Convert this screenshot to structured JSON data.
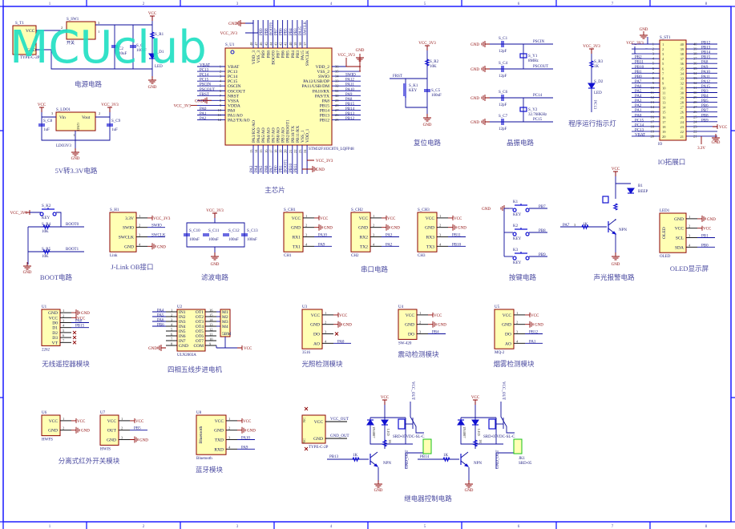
{
  "watermark": "MCUclub",
  "ruler": [
    "1",
    "2",
    "3",
    "4",
    "5",
    "6",
    "7",
    "8"
  ],
  "power": {
    "title": "电源电路",
    "t1_ref": "S_T1",
    "t1_vcc": "VCC",
    "t1_gnd": "GND",
    "t1_part": "TYPE-C-2P",
    "sw_ref": "S_SW1",
    "sw_label": "开关",
    "sw_pin2": "2",
    "sw_pin3": "3",
    "sw_pin1": "1",
    "c2_ref": "C2",
    "c2_val": "10uF",
    "c_ref": "S_C",
    "c_val": "100nF",
    "r1_ref": "S_R1",
    "led_ref": "S_D1",
    "led_val": "LED",
    "vcc": "VCC",
    "gnd": "GND"
  },
  "ldo": {
    "title": "5V转3.3V电路",
    "ref": "S_LDO1",
    "part": "LDO3V3",
    "vin": "Vin",
    "vout": "Vout",
    "gnd_pin": "GND",
    "vcc": "VCC",
    "vcc33": "VCC_3V3",
    "c8_ref": "S_C8",
    "c8_val": "1uF",
    "c9_ref": "S_C9",
    "c9_val": "1uF",
    "gnd": "GND",
    "pin_in": "3",
    "pin_out": "2",
    "pin_gnd": "1"
  },
  "mcu": {
    "title": "主芯片",
    "ref": "S_U1",
    "part": "STM32F103C8T6_LQFP48",
    "left": [
      {
        "num": "1",
        "name": "VBAT",
        "net": "VBAT"
      },
      {
        "num": "2",
        "name": "PC13",
        "net": "PC13"
      },
      {
        "num": "3",
        "name": "PC14",
        "net": "PC14"
      },
      {
        "num": "4",
        "name": "PC15",
        "net": "PC15"
      },
      {
        "num": "5",
        "name": "OSCIN",
        "net": "PSCIN"
      },
      {
        "num": "6",
        "name": "OSCOUT",
        "net": "PSCOUT"
      },
      {
        "num": "7",
        "name": "NRST",
        "net": "FRST"
      },
      {
        "num": "8",
        "name": "VSSA",
        "net": "GND"
      },
      {
        "num": "9",
        "name": "VDDA",
        "net": "VCC_3V3"
      },
      {
        "num": "10",
        "name": "PA0",
        "net": "PA0"
      },
      {
        "num": "11",
        "name": "PA1/AO",
        "net": "PA1"
      },
      {
        "num": "12",
        "name": "PA2/TX/AO",
        "net": "PA2"
      }
    ],
    "right": [
      {
        "num": "36",
        "name": "VDD_2",
        "net": "VCC_3V3"
      },
      {
        "num": "35",
        "name": "VSS_2",
        "net": "GND"
      },
      {
        "num": "34",
        "name": "SWIO",
        "net": "SWIO"
      },
      {
        "num": "33",
        "name": "PA12/USB/DP",
        "net": "PA12"
      },
      {
        "num": "32",
        "name": "PA11/USB/DM",
        "net": "PA11"
      },
      {
        "num": "31",
        "name": "PA10/RX",
        "net": "PA10"
      },
      {
        "num": "30",
        "name": "PA9/TX",
        "net": "PA9"
      },
      {
        "num": "29",
        "name": "PA8",
        "net": "PA8"
      },
      {
        "num": "28",
        "name": "PB15",
        "net": "PB15"
      },
      {
        "num": "27",
        "name": "PB14",
        "net": "PB14"
      },
      {
        "num": "26",
        "name": "PB13",
        "net": "PB13"
      },
      {
        "num": "25",
        "name": "PB12",
        "net": "PB12"
      }
    ],
    "top": [
      {
        "num": "48",
        "name": "VDD_3",
        "net": "VCC_3V3"
      },
      {
        "num": "47",
        "name": "VSS_3",
        "net": "GND"
      },
      {
        "num": "46",
        "name": "PB9",
        "net": "PB9"
      },
      {
        "num": "45",
        "name": "PB8",
        "net": "PB8"
      },
      {
        "num": "44",
        "name": "BOOT0",
        "net": "BOOT0"
      },
      {
        "num": "43",
        "name": "PB7",
        "net": "PB7"
      },
      {
        "num": "42",
        "name": "PB6",
        "net": "PB6"
      },
      {
        "num": "41",
        "name": "PB5",
        "net": "PB5"
      },
      {
        "num": "40",
        "name": "PB4",
        "net": "PB4"
      },
      {
        "num": "39",
        "name": "PB3",
        "net": "PB3"
      },
      {
        "num": "38",
        "name": "PA15",
        "net": "PA15"
      },
      {
        "num": "37",
        "name": "SWCLK",
        "net": "SWCLK"
      }
    ],
    "bottom": [
      {
        "num": "13",
        "name": "PA3/RX/AO",
        "net": "PA3"
      },
      {
        "num": "14",
        "name": "PA4/AO",
        "net": "PA4"
      },
      {
        "num": "15",
        "name": "PA5/AO",
        "net": "PA5"
      },
      {
        "num": "16",
        "name": "PA6/AO",
        "net": "PA6"
      },
      {
        "num": "17",
        "name": "PA7/AO",
        "net": "PA7"
      },
      {
        "num": "18",
        "name": "PB0/AO",
        "net": "PB0"
      },
      {
        "num": "19",
        "name": "PB1/AO",
        "net": "PB1"
      },
      {
        "num": "20",
        "name": "PB2/BOOT1",
        "net": "BOOT1"
      },
      {
        "num": "21",
        "name": "PB10/TX",
        "net": "PB10"
      },
      {
        "num": "22",
        "name": "PB11/RX",
        "net": "PB11"
      },
      {
        "num": "23",
        "name": "VSS_1",
        "net": "GND"
      },
      {
        "num": "24",
        "name": "VDD_1",
        "net": "VCC_3V3"
      }
    ],
    "gnd_label": "GND",
    "vcc33_label": "VCC_3V3"
  },
  "reset": {
    "title": "复位电路",
    "vcc33": "VCC_3V3",
    "r_ref": "S_R2",
    "r_val": "10K",
    "net": "FRST",
    "k_ref": "S_K1",
    "k_val": "KEY",
    "c_ref": "S_C5",
    "c_val": "100nF",
    "gnd": "GND"
  },
  "crystal": {
    "title": "晶振电路",
    "gnd": "GND",
    "caps": [
      {
        "ref": "S_C1",
        "val": "12pF",
        "net": "PSCIN"
      },
      {
        "ref": "S_C4",
        "val": "12pF",
        "net": "PSCOUT"
      },
      {
        "ref": "S_C6",
        "val": "12pF",
        "net": "PC14"
      },
      {
        "ref": "S_C7",
        "val": "12pF",
        "net": "PC15"
      }
    ],
    "y1_ref": "S_Y1",
    "y1_val": "8MHz",
    "y2_ref": "S_Y2",
    "y2_val": "32.768KHz"
  },
  "indicator": {
    "title": "程序运行指示灯",
    "vcc33": "VCC_3V3",
    "r_ref": "S_R3",
    "r_val": "1K",
    "d_ref": "S_D2",
    "d_val": "LED",
    "net": "PC13"
  },
  "io": {
    "title": "IO拓展口",
    "ref": "S_ST1",
    "part": "IO",
    "gnd": "GND",
    "vcc33": "VCC_3V3",
    "vcc": "VCC",
    "v33": "3.3V",
    "left": [
      {
        "num": "1",
        "net": ""
      },
      {
        "num": "2",
        "net": ""
      },
      {
        "num": "3",
        "net": ""
      },
      {
        "num": "4",
        "net": "PB2"
      },
      {
        "num": "5",
        "net": "PB11"
      },
      {
        "num": "6",
        "net": "PB10"
      },
      {
        "num": "7",
        "net": "PB1"
      },
      {
        "num": "8",
        "net": "PB0"
      },
      {
        "num": "9",
        "net": "PA7"
      },
      {
        "num": "10",
        "net": "PA6"
      },
      {
        "num": "11",
        "net": "PA5"
      },
      {
        "num": "12",
        "net": "PA4"
      },
      {
        "num": "13",
        "net": "PA3"
      },
      {
        "num": "14",
        "net": "PA2"
      },
      {
        "num": "15",
        "net": "PA1"
      },
      {
        "num": "16",
        "net": "PA0"
      },
      {
        "num": "17",
        "net": "PC15"
      },
      {
        "num": "18",
        "net": "PC14"
      },
      {
        "num": "19",
        "net": "PC13"
      },
      {
        "num": "20",
        "net": "VBAT"
      }
    ],
    "right": [
      {
        "num": "40",
        "net": "PB12"
      },
      {
        "num": "39",
        "net": "PB13"
      },
      {
        "num": "38",
        "net": "PB14"
      },
      {
        "num": "37",
        "net": "PB15"
      },
      {
        "num": "36",
        "net": "PA8"
      },
      {
        "num": "35",
        "net": "PA9"
      },
      {
        "num": "34",
        "net": "PA10"
      },
      {
        "num": "33",
        "net": "PA11"
      },
      {
        "num": "32",
        "net": "PA12"
      },
      {
        "num": "31",
        "net": "PA15"
      },
      {
        "num": "30",
        "net": "PB3"
      },
      {
        "num": "29",
        "net": "PB4"
      },
      {
        "num": "28",
        "net": "PB5"
      },
      {
        "num": "27",
        "net": "PB6"
      },
      {
        "num": "26",
        "net": "PB7"
      },
      {
        "num": "25",
        "net": "PB8"
      },
      {
        "num": "24",
        "net": "PB9"
      },
      {
        "num": "23",
        "net": ""
      },
      {
        "num": "22",
        "net": ""
      },
      {
        "num": "21",
        "net": ""
      }
    ]
  },
  "boot": {
    "title": "BOOT电路",
    "vcc33": "VCC_3V3",
    "k_ref": "S_K2",
    "k_val": "KEY",
    "r4_ref": "S_R4",
    "r4_val": "10K",
    "r5_ref": "S_R5",
    "r5_val": "10K",
    "boot0": "BOOT0",
    "boot1": "BOOT1",
    "gnd": "GND"
  },
  "filter": {
    "title": "滤波电路",
    "vcc33": "VCC_3V3",
    "gnd": "GND",
    "caps": [
      {
        "ref": "S_C10",
        "val": "100nF"
      },
      {
        "ref": "S_C11",
        "val": "100nF"
      },
      {
        "ref": "S_C12",
        "val": "100nF"
      },
      {
        "ref": "S_C13",
        "val": "100nF"
      }
    ]
  },
  "keys": {
    "title": "按键电路",
    "gnd": "GND",
    "items": [
      {
        "ref": "K1",
        "val": "KEY",
        "net": "PB7"
      },
      {
        "ref": "K2",
        "val": "KEY",
        "net": "PB8"
      },
      {
        "ref": "K3",
        "val": "KEY",
        "net": "PB9"
      }
    ]
  },
  "buzzer": {
    "title": "声光报警电路",
    "vcc": "VCC",
    "ref": "B1",
    "val": "BEEP",
    "net": "PA7",
    "pin": "3",
    "r_val": "1K",
    "q": "NPN",
    "gnd": "GND"
  },
  "serial_title": "串口电路",
  "modules": {
    "jlink": {
      "ref": "S_H1",
      "part": "Link",
      "title": "J-Link OB接口",
      "pins": [
        {
          "num": "1",
          "name": "3.3V",
          "net": "VCC_3V3"
        },
        {
          "num": "2",
          "name": "SWIO",
          "net": "SWIO"
        },
        {
          "num": "3",
          "name": "SWCLK",
          "net": "SWCLK"
        },
        {
          "num": "4",
          "name": "GND",
          "net": "GND"
        }
      ]
    },
    "ch1": {
      "ref": "S_CH1",
      "part": "CH1",
      "title": "",
      "pins": [
        {
          "num": "1",
          "name": "VCC",
          "net": "VCC"
        },
        {
          "num": "2",
          "name": "GND",
          "net": "GND"
        },
        {
          "num": "3",
          "name": "RX1",
          "net": "PA10"
        },
        {
          "num": "4",
          "name": "TX1",
          "net": "PA9"
        }
      ]
    },
    "ch2": {
      "ref": "S_CH2",
      "part": "CH2",
      "title": "",
      "pins": [
        {
          "num": "1",
          "name": "VCC",
          "net": "VCC"
        },
        {
          "num": "2",
          "name": "GND",
          "net": "GND"
        },
        {
          "num": "3",
          "name": "RX2",
          "net": "PA3"
        },
        {
          "num": "4",
          "name": "TX2",
          "net": "PA2"
        }
      ]
    },
    "ch3": {
      "ref": "S_CH3",
      "part": "CH3",
      "title": "",
      "pins": [
        {
          "num": "1",
          "name": "VCC",
          "net": "VCC"
        },
        {
          "num": "2",
          "name": "GND",
          "net": "GND"
        },
        {
          "num": "3",
          "name": "RX3",
          "net": "PB11"
        },
        {
          "num": "4",
          "name": "TX3",
          "net": "PB10"
        }
      ]
    },
    "oled": {
      "ref": "LED1",
      "part": "OLED",
      "title": "OLED显示屏",
      "inner": "OLED",
      "pins": [
        {
          "num": "1",
          "name": "GND",
          "net": "GND"
        },
        {
          "num": "2",
          "name": "VCC",
          "net": "VCC"
        },
        {
          "num": "3",
          "name": "SCL",
          "net": "PB1"
        },
        {
          "num": "4",
          "name": "SDA",
          "net": "PB0"
        }
      ]
    },
    "u1": {
      "ref": "U1",
      "part": "2262",
      "title": "无线遥控器模块",
      "pins": [
        {
          "num": "1",
          "name": "GND",
          "net": "GND"
        },
        {
          "num": "2",
          "name": "VCC",
          "net": "VCC"
        },
        {
          "num": "3",
          "name": "D0",
          "net": "PA8"
        },
        {
          "num": "4",
          "name": "D1",
          "net": "PB15"
        },
        {
          "num": "5",
          "name": "D2",
          "net": ""
        },
        {
          "num": "6",
          "name": "D3",
          "net": ""
        },
        {
          "num": "7",
          "name": "VT",
          "net": ""
        }
      ]
    },
    "u3": {
      "ref": "U3",
      "part": "3516",
      "title": "光照检测模块",
      "pins": [
        {
          "num": "1",
          "name": "VCC",
          "net": "VCC"
        },
        {
          "num": "2",
          "name": "GND",
          "net": "GND"
        },
        {
          "num": "3",
          "name": "DO",
          "net": ""
        },
        {
          "num": "4",
          "name": "AO",
          "net": "PA0"
        }
      ]
    },
    "u4": {
      "ref": "U4",
      "part": "SW-420",
      "title": "震动检测模块",
      "pins": [
        {
          "num": "1",
          "name": "VCC",
          "net": "VCC"
        },
        {
          "num": "2",
          "name": "GND",
          "net": "GND"
        },
        {
          "num": "3",
          "name": "DO",
          "net": "PB4"
        }
      ]
    },
    "u5": {
      "ref": "U5",
      "part": "MQ-2",
      "title": "烟雾检测模块",
      "pins": [
        {
          "num": "1",
          "name": "VCC",
          "net": "VCC"
        },
        {
          "num": "2",
          "name": "GND",
          "net": "GND"
        },
        {
          "num": "3",
          "name": "DO",
          "net": "PB12"
        },
        {
          "num": "4",
          "name": "AO",
          "net": "PA1"
        }
      ]
    },
    "u6": {
      "ref": "U6",
      "part": "HWFS",
      "title": "",
      "pins": [
        {
          "num": "1",
          "name": "VCC",
          "net": "VCC"
        },
        {
          "num": "2",
          "name": "GND",
          "net": "GND"
        }
      ]
    },
    "u7": {
      "ref": "U7",
      "part": "HWJS",
      "title": "分离式红外开关模块",
      "pins": [
        {
          "num": "1",
          "name": "VCC",
          "net": "VCC"
        },
        {
          "num": "2",
          "name": "OUT",
          "net": "PB5"
        },
        {
          "num": "3",
          "name": "GND",
          "net": "GND"
        }
      ]
    },
    "u8": {
      "ref": "U8",
      "part": "Bluetooth",
      "title": "蓝牙模块",
      "inner": "Bluetooth",
      "pins": [
        {
          "num": "1",
          "name": "VCC",
          "net": "VCC"
        },
        {
          "num": "2",
          "name": "GND",
          "net": "GND"
        },
        {
          "num": "3",
          "name": "TXD",
          "net": "PA10"
        },
        {
          "num": "4",
          "name": "RXD",
          "net": "PA9"
        }
      ]
    },
    "typec": {
      "ref": "",
      "part": "TYPE-C-2P",
      "title": "",
      "pins": [
        {
          "num": "",
          "name": "VCC",
          "net": "VCC_OUT"
        },
        {
          "num": "",
          "name": "GND",
          "net": "GND_OUT"
        }
      ]
    }
  },
  "uln": {
    "ref": "U2",
    "part": "ULN2003A",
    "title": "四相五线步进电机",
    "gnd": "GND",
    "vcc": "VCC",
    "inputs": [
      {
        "num": "1",
        "name": "IN1",
        "net": "PA4"
      },
      {
        "num": "2",
        "name": "IN2",
        "net": "PA5"
      },
      {
        "num": "3",
        "name": "IN3",
        "net": "PA6"
      },
      {
        "num": "4",
        "name": "IN4",
        "net": "PB6"
      },
      {
        "num": "5",
        "name": "IN5",
        "net": ""
      },
      {
        "num": "6",
        "name": "IN6",
        "net": ""
      },
      {
        "num": "7",
        "name": "IN7",
        "net": ""
      },
      {
        "num": "8",
        "name": "GND",
        "net": ""
      }
    ],
    "outputs": [
      {
        "num": "16",
        "name": "OT1"
      },
      {
        "num": "15",
        "name": "OT2"
      },
      {
        "num": "14",
        "name": "OT3"
      },
      {
        "num": "13",
        "name": "OT4"
      },
      {
        "num": "12",
        "name": "OT5"
      },
      {
        "num": "11",
        "name": "OT6"
      },
      {
        "num": "10",
        "name": "OT7"
      },
      {
        "num": "9",
        "name": "COM"
      }
    ],
    "motor": [
      "M1",
      "M2",
      "M3",
      "M4",
      "5BM"
    ]
  },
  "typec_nc": "NC",
  "relay": {
    "title": "继电器控制电路",
    "vcc": "VCC",
    "gnd": "GND",
    "vcc_out": "VCC_OUT",
    "gnd_out": "GND_OUT",
    "r_val": "1K",
    "q": "NPN",
    "diode": "1N4007",
    "led": "LED",
    "relay_part": "SRD-05VDC-SL-C",
    "channels": [
      {
        "net": "PB13",
        "jk_ref": "",
        "jk_part": ""
      },
      {
        "net": "PB14",
        "jk_ref": "JK1",
        "jk_part": "SRD-05"
      }
    ]
  }
}
